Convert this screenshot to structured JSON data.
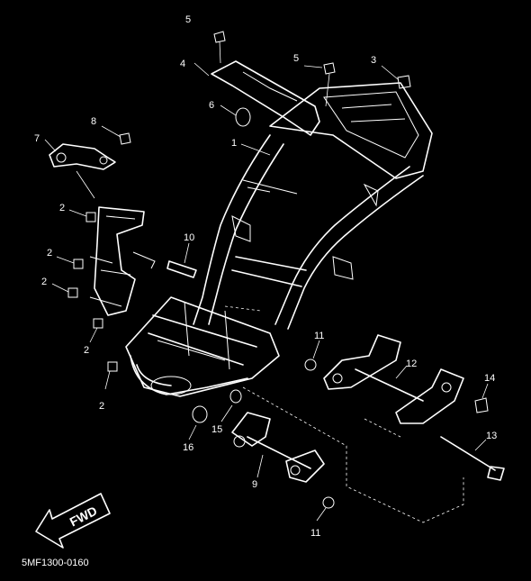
{
  "diagram": {
    "drawing_code": "5MF1300-0160",
    "fwd_label": "FWD",
    "callouts": {
      "c1": "1",
      "c2a": "2",
      "c2b": "2",
      "c2c": "2",
      "c2d": "2",
      "c2e": "2",
      "c3": "3",
      "c4": "4",
      "c5a": "5",
      "c5b": "5",
      "c6": "6",
      "c7": "7",
      "c8": "8",
      "c9": "9",
      "c10": "10",
      "c11a": "11",
      "c11b": "11",
      "c12": "12",
      "c13": "13",
      "c14": "14",
      "c15": "15",
      "c16": "16"
    }
  }
}
